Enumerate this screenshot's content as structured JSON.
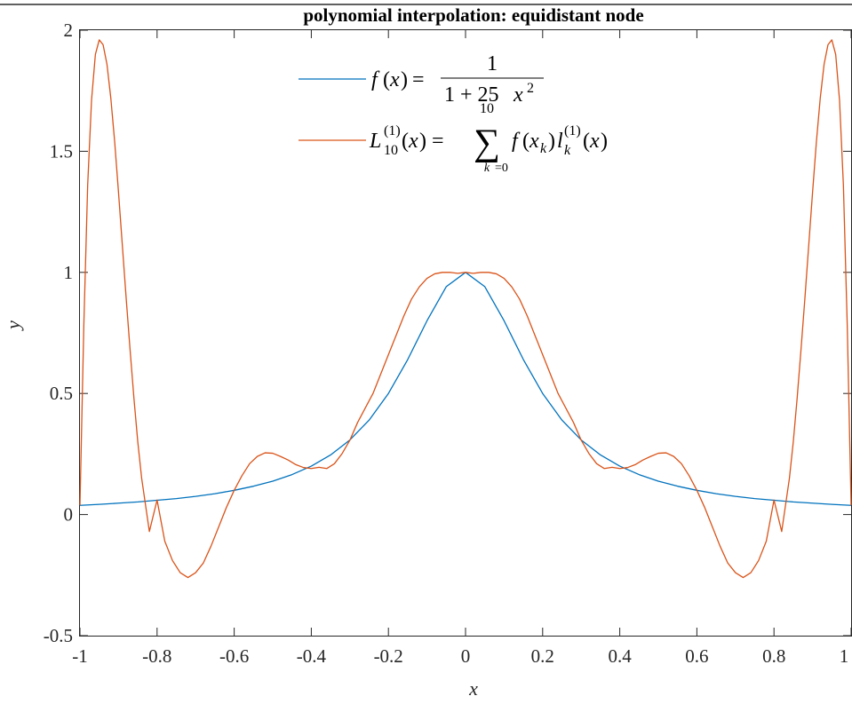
{
  "chart_data": {
    "type": "line",
    "title": "polynomial interpolation: equidistant node",
    "xlabel": "x",
    "ylabel": "y",
    "xlim": [
      -1,
      1
    ],
    "ylim": [
      -0.5,
      2
    ],
    "grid": false,
    "legend_position": "top-center",
    "x_ticks": [
      "-1",
      "-0.8",
      "-0.6",
      "-0.4",
      "-0.2",
      "0",
      "0.2",
      "0.4",
      "0.6",
      "0.8",
      "1"
    ],
    "y_ticks": [
      "-0.5",
      "0",
      "0.5",
      "1",
      "1.5",
      "2"
    ],
    "series": [
      {
        "name": "f(x) = 1 / (1 + 25x^2)",
        "color": "#0072BD",
        "x": [
          -1,
          -0.95,
          -0.9,
          -0.85,
          -0.8,
          -0.75,
          -0.7,
          -0.65,
          -0.6,
          -0.55,
          -0.5,
          -0.45,
          -0.4,
          -0.35,
          -0.3,
          -0.25,
          -0.2,
          -0.15,
          -0.1,
          -0.05,
          0,
          0.05,
          0.1,
          0.15,
          0.2,
          0.25,
          0.3,
          0.35,
          0.4,
          0.45,
          0.5,
          0.55,
          0.6,
          0.65,
          0.7,
          0.75,
          0.8,
          0.85,
          0.9,
          0.95,
          1
        ],
        "y": [
          0.038,
          0.042,
          0.047,
          0.052,
          0.059,
          0.066,
          0.075,
          0.086,
          0.1,
          0.117,
          0.138,
          0.165,
          0.2,
          0.246,
          0.308,
          0.39,
          0.5,
          0.64,
          0.8,
          0.941,
          1,
          0.941,
          0.8,
          0.64,
          0.5,
          0.39,
          0.308,
          0.246,
          0.2,
          0.165,
          0.138,
          0.117,
          0.1,
          0.086,
          0.075,
          0.066,
          0.059,
          0.052,
          0.047,
          0.042,
          0.038
        ]
      },
      {
        "name": "L_10^(1)(x) = sum_{k=0}^{10} f(x_k) l_k^(1)(x)",
        "color": "#D95319",
        "x": [
          -1,
          -0.99,
          -0.98,
          -0.97,
          -0.96,
          -0.95,
          -0.94,
          -0.93,
          -0.92,
          -0.91,
          -0.9,
          -0.89,
          -0.88,
          -0.87,
          -0.86,
          -0.85,
          -0.84,
          -0.82,
          -0.8,
          -0.78,
          -0.76,
          -0.74,
          -0.72,
          -0.7,
          -0.68,
          -0.66,
          -0.64,
          -0.62,
          -0.6,
          -0.58,
          -0.56,
          -0.54,
          -0.52,
          -0.5,
          -0.48,
          -0.46,
          -0.44,
          -0.42,
          -0.4,
          -0.38,
          -0.36,
          -0.34,
          -0.32,
          -0.3,
          -0.28,
          -0.26,
          -0.24,
          -0.22,
          -0.2,
          -0.18,
          -0.16,
          -0.14,
          -0.12,
          -0.1,
          -0.08,
          -0.06,
          -0.04,
          -0.02,
          0,
          0.02,
          0.04,
          0.06,
          0.08,
          0.1,
          0.12,
          0.14,
          0.16,
          0.18,
          0.2,
          0.22,
          0.24,
          0.26,
          0.28,
          0.3,
          0.32,
          0.34,
          0.36,
          0.38,
          0.4,
          0.42,
          0.44,
          0.46,
          0.48,
          0.5,
          0.52,
          0.54,
          0.56,
          0.58,
          0.6,
          0.62,
          0.64,
          0.66,
          0.68,
          0.7,
          0.72,
          0.74,
          0.76,
          0.78,
          0.8,
          0.82,
          0.84,
          0.85,
          0.86,
          0.87,
          0.88,
          0.89,
          0.9,
          0.91,
          0.92,
          0.93,
          0.94,
          0.95,
          0.96,
          0.97,
          0.98,
          0.99,
          1
        ],
        "y": [
          0.038,
          0.78,
          1.36,
          1.71,
          1.9,
          1.96,
          1.94,
          1.86,
          1.72,
          1.54,
          1.33,
          1.11,
          0.89,
          0.68,
          0.48,
          0.3,
          0.15,
          -0.07,
          0.06,
          -0.11,
          -0.19,
          -0.24,
          -0.26,
          -0.24,
          -0.2,
          -0.13,
          -0.05,
          0.03,
          0.1,
          0.16,
          0.21,
          0.24,
          0.255,
          0.253,
          0.24,
          0.225,
          0.206,
          0.194,
          0.19,
          0.195,
          0.19,
          0.21,
          0.252,
          0.307,
          0.38,
          0.44,
          0.5,
          0.58,
          0.66,
          0.74,
          0.82,
          0.89,
          0.94,
          0.975,
          0.994,
          1.0,
          1.0,
          0.996,
          1.0,
          0.996,
          1.0,
          1.0,
          0.994,
          0.975,
          0.94,
          0.89,
          0.82,
          0.74,
          0.66,
          0.58,
          0.5,
          0.44,
          0.38,
          0.307,
          0.252,
          0.21,
          0.19,
          0.195,
          0.19,
          0.194,
          0.206,
          0.225,
          0.24,
          0.253,
          0.255,
          0.24,
          0.21,
          0.16,
          0.1,
          0.03,
          -0.05,
          -0.13,
          -0.2,
          -0.24,
          -0.26,
          -0.24,
          -0.19,
          -0.11,
          0.06,
          -0.07,
          0.15,
          0.3,
          0.48,
          0.68,
          0.89,
          1.11,
          1.33,
          1.54,
          1.72,
          1.86,
          1.94,
          1.96,
          1.9,
          1.71,
          1.36,
          0.78,
          0.038
        ]
      }
    ]
  }
}
